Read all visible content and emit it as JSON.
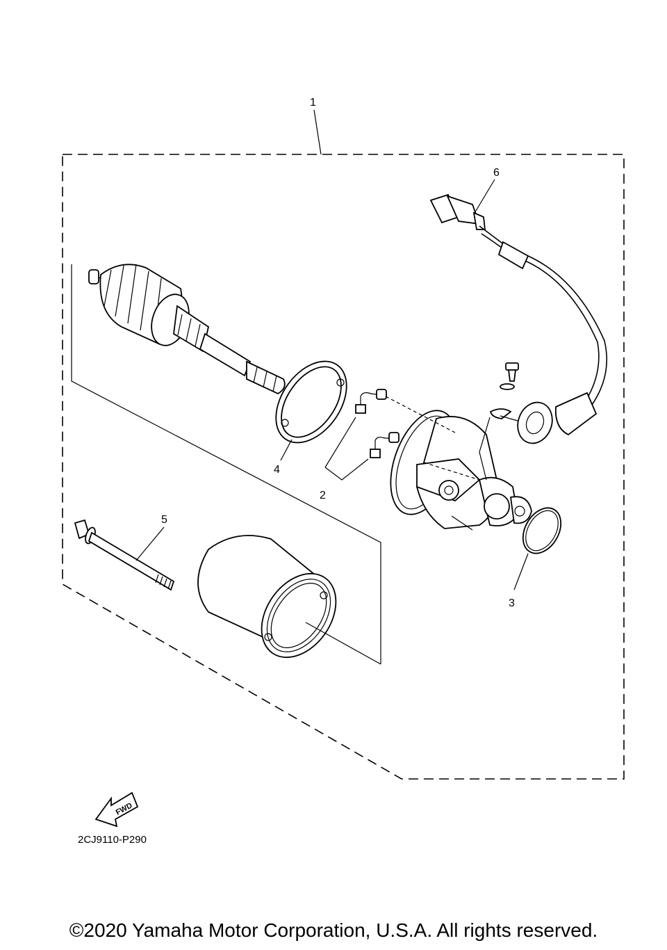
{
  "diagram": {
    "callouts": {
      "c1": "1",
      "c2": "2",
      "c3": "3",
      "c4": "4",
      "c5": "5",
      "c6": "6"
    },
    "fwd_label": "FWD",
    "drawing_code": "2CJ9110-P290"
  },
  "footer": {
    "copyright": "©2020 Yamaha Motor Corporation, U.S.A. All rights reserved."
  }
}
